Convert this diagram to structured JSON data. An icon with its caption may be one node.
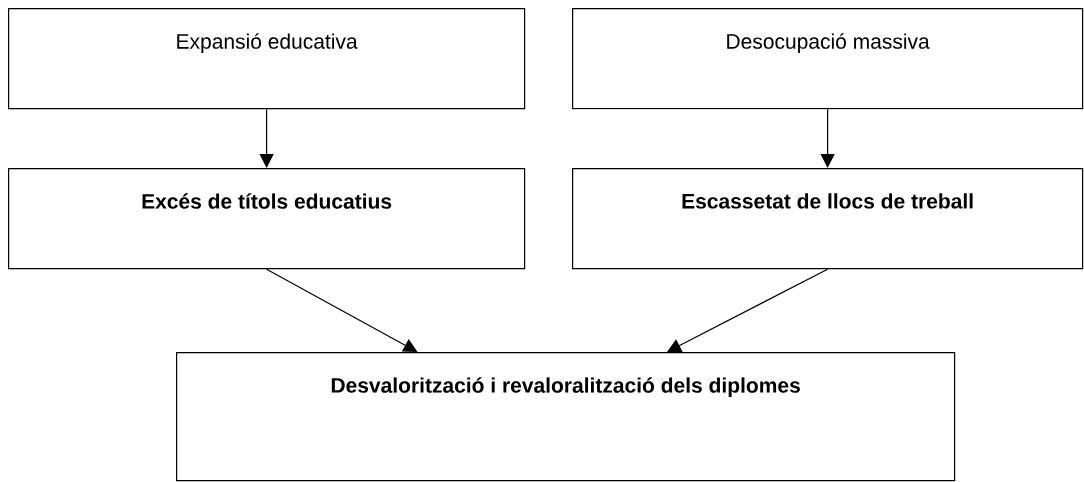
{
  "diagram": {
    "nodes": [
      {
        "text": [
          "Expansió educativa"
        ]
      },
      {
        "text": [
          "Desocupació massiva"
        ]
      },
      {
        "text": [
          "Excés de títols educatius"
        ]
      },
      {
        "text": [
          "Escassetat de llocs de treball"
        ]
      },
      {
        "text": [
          "Desvalorització i revaloralització dels diplomes"
        ]
      }
    ],
    "edges": [
      {
        "from": 0,
        "to": 2,
        "arrow": "to"
      },
      {
        "from": 1,
        "to": 3,
        "arrow": "to"
      },
      {
        "from": 2,
        "to": 4,
        "arrow": "to"
      },
      {
        "from": 3,
        "to": 4,
        "arrow": "to"
      }
    ]
  }
}
